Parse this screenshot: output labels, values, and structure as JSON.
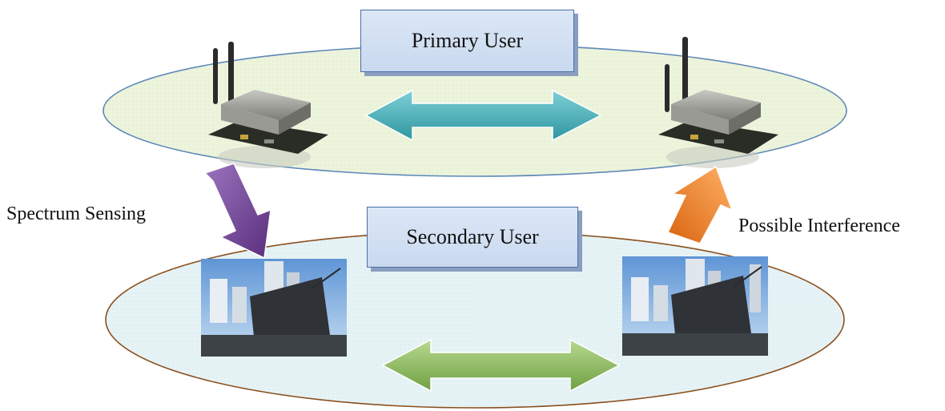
{
  "primary": {
    "label": "Primary User"
  },
  "secondary": {
    "label": "Secondary User"
  },
  "arrows": {
    "sensing_label": "Spectrum Sensing",
    "interference_label": "Possible Interference"
  },
  "colors": {
    "primary_ellipse_fill": "#edf4dc",
    "primary_ellipse_stroke": "#5b87b8",
    "secondary_ellipse_fill": "#e6f3f6",
    "secondary_ellipse_stroke": "#8a4f1d",
    "primary_link_arrow": "#4fb1b9",
    "secondary_link_arrow": "#8fbd5e",
    "sensing_arrow": "#7b4a9e",
    "interference_arrow": "#f08a2a"
  },
  "icons": [
    "radio-device-icon",
    "laptop-photo-icon"
  ]
}
